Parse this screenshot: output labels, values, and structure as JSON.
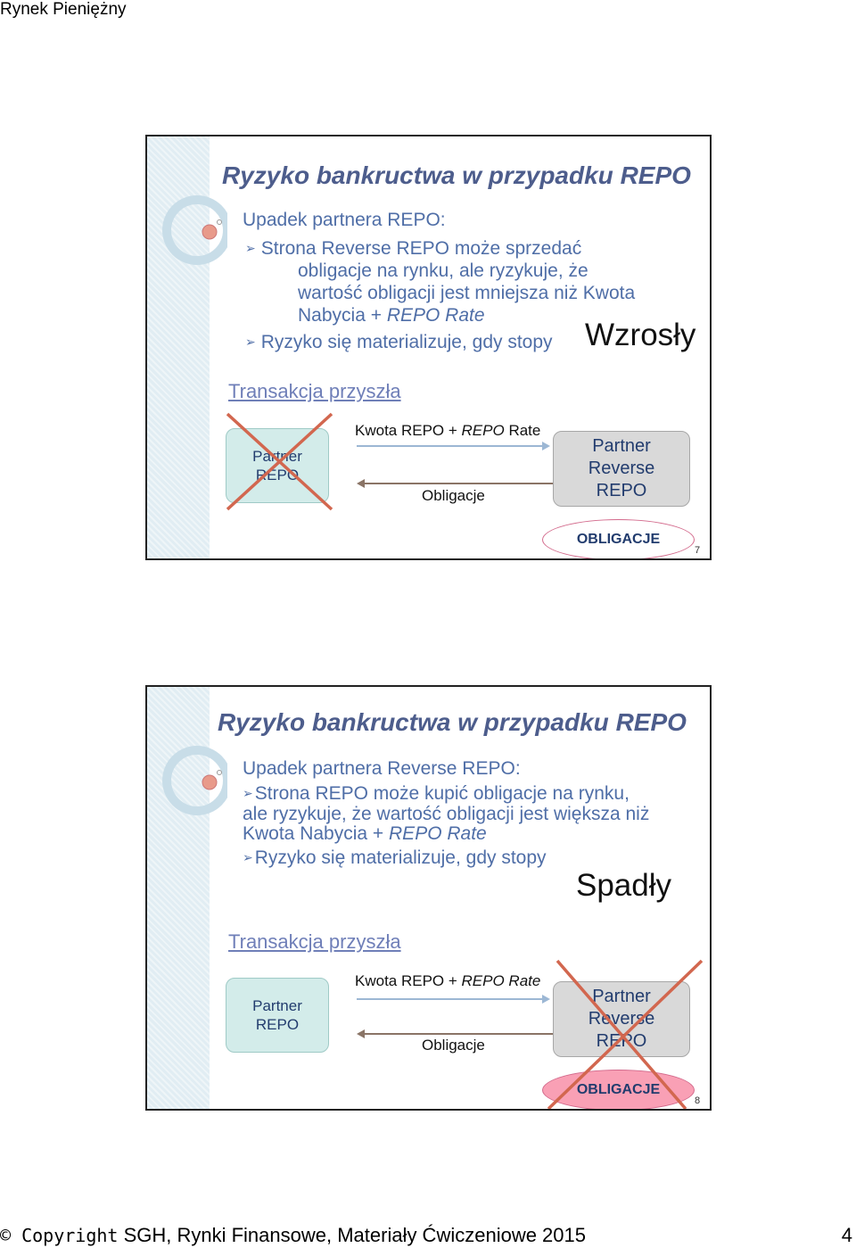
{
  "header": {
    "title": "Rynek Pieniężny"
  },
  "slides": [
    {
      "title": "Ryzyko bankructwa w przypadku REPO",
      "subhead": "Upadek partnera REPO:",
      "bullet1_line1": "Strona Reverse REPO może sprzedać",
      "bullet1_line2": "obligacje na rynku, ale ryzykuje, że",
      "bullet1_line3": "wartość obligacji jest mniejsza niż Kwota",
      "bullet1_line4_plain": "Nabycia + ",
      "bullet1_line4_italic": "REPO Rate",
      "bullet2": "Ryzyko się materializuje, gdy stopy",
      "answer": "Wzrosły",
      "transaction_label": "Transakcja przyszła",
      "left_box": {
        "line1": "Partner",
        "line2": "REPO"
      },
      "right_box": {
        "line1": "Partner",
        "line2": "Reverse",
        "line3": "REPO"
      },
      "top_flow_plain": "Kwota REPO + ",
      "top_flow_italic": "REPO",
      "top_flow_rest": " Rate",
      "bottom_flow": "Obligacje",
      "oval": "OBLIGACJE",
      "page": "7",
      "crossed": "left"
    },
    {
      "title": "Ryzyko bankructwa w przypadku REPO",
      "subhead": "Upadek partnera Reverse REPO:",
      "bullet1_line1": "Strona REPO może kupić obligacje na rynku,",
      "bullet1_line2": "ale ryzykuje, że wartość obligacji jest większa niż",
      "bullet1_line3_plain": "Kwota Nabycia + ",
      "bullet1_line3_italic": "REPO Rate",
      "bullet2": "Ryzyko się materializuje, gdy stopy",
      "answer": "Spadły",
      "transaction_label": "Transakcja przyszła",
      "left_box": {
        "line1": "Partner",
        "line2": "REPO"
      },
      "right_box": {
        "line1": "Partner",
        "line2": "Reverse",
        "line3": "REPO"
      },
      "top_flow_plain": "Kwota REPO + ",
      "top_flow_italic": "REPO Rate",
      "bottom_flow": "Obligacje",
      "oval": "OBLIGACJE",
      "page": "8",
      "crossed": "right"
    }
  ],
  "footer": {
    "copyright": "© Copyright",
    "text": " SGH, Rynki Finansowe, Materiały Ćwiczeniowe 2015",
    "page": "4"
  },
  "colors": {
    "title": "#4d5d8c",
    "body_text": "#4f6ea7",
    "cross": "#d2674f",
    "green_box": "#d3ecea",
    "grey_box": "#d9d9d9",
    "oval_pink": "#f9a0b5"
  }
}
